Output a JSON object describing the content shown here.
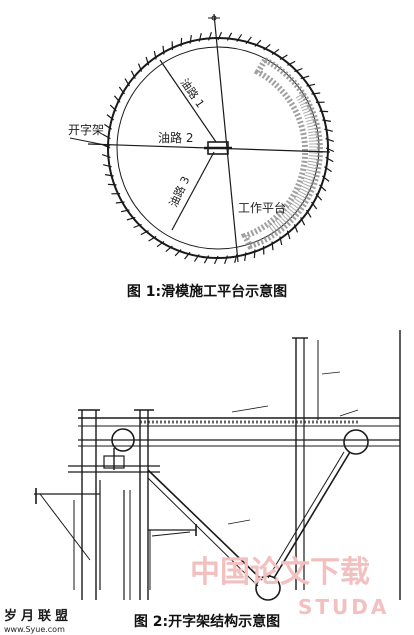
{
  "figure1": {
    "labels": {
      "oil_route_1": "油路 1",
      "oil_route_2": "油路 2",
      "oil_route_3": "油路 3",
      "frame": "开字架",
      "work_platform": "工作平台"
    },
    "caption": "图 1:滑模施工平台示意图"
  },
  "figure2": {
    "caption": "图 2:开字架结构示意图"
  },
  "watermarks": {
    "cn_site": "中国论文下载",
    "cn_url": "STUDA",
    "logo_name": "岁月联盟",
    "logo_url": "www.Syue.com"
  },
  "colors": {
    "line": "#1a1a1a",
    "watermark": "#f3c0c0",
    "hatch": "#888888"
  }
}
